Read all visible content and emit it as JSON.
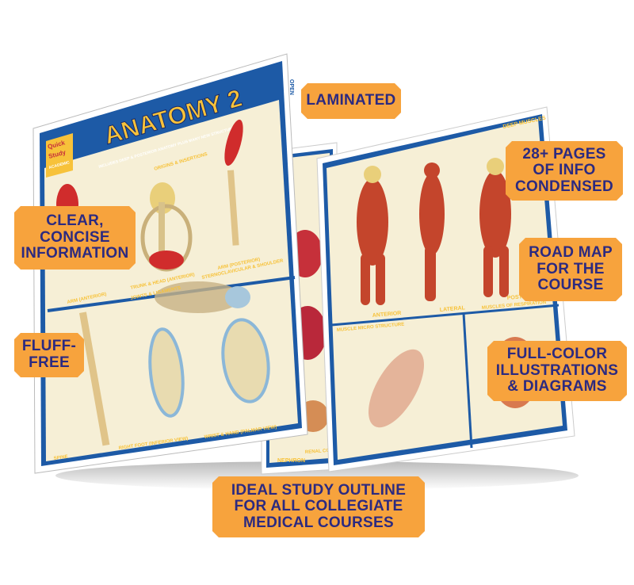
{
  "guide": {
    "brand_lines": [
      "Quick",
      "Study",
      "ACADEMIC"
    ],
    "title": "ANATOMY 2",
    "subtitle": "INCLUDES DEEP & POSTERIOR ANATOMY PLUS MANY NEW STRUCTURES",
    "left_sections": [
      "ORIGINS & INSERTIONS",
      "ARM (ANTERIOR)",
      "TRUNK & HEAD (ANTERIOR)",
      "ARM (POSTERIOR)",
      "JOINTS & LIGAMENTS",
      "STERNOCLAVICULAR & SHOULDER",
      "SPINE",
      "RIGHT FOOT (INFERIOR VIEW)",
      "WRIST & HAND (PALMAR VIEW)"
    ],
    "middle_sections": [
      "NEPHRON",
      "RENAL CORPUSCLE"
    ],
    "right_sections": [
      "DEEP MUSCLES",
      "ANTERIOR",
      "LATERAL",
      "POSTERIOR",
      "MUSCLES OF RESPIRATION",
      "MUSCLE MICRO STRUCTURE"
    ],
    "side_tab": "OPEN"
  },
  "callouts": {
    "laminated": [
      "LAMINATED"
    ],
    "pages": [
      "28+ PAGES",
      "OF INFO",
      "CONDENSED"
    ],
    "clear": [
      "CLEAR,",
      "CONCISE",
      "INFORMATION"
    ],
    "roadmap": [
      "ROAD MAP",
      "FOR THE",
      "COURSE"
    ],
    "fluff": [
      "FLUFF-",
      "FREE"
    ],
    "fullcolor": [
      "FULL-COLOR",
      "ILLUSTRATIONS",
      "& DIAGRAMS"
    ],
    "ideal": [
      "IDEAL STUDY OUTLINE",
      "FOR ALL COLLEGIATE",
      "MEDICAL COURSES"
    ]
  },
  "colors": {
    "orange": "#f7a33d",
    "navy": "#2c2a80",
    "guide_blue": "#1d5aa6",
    "cream": "#f6efd6"
  }
}
